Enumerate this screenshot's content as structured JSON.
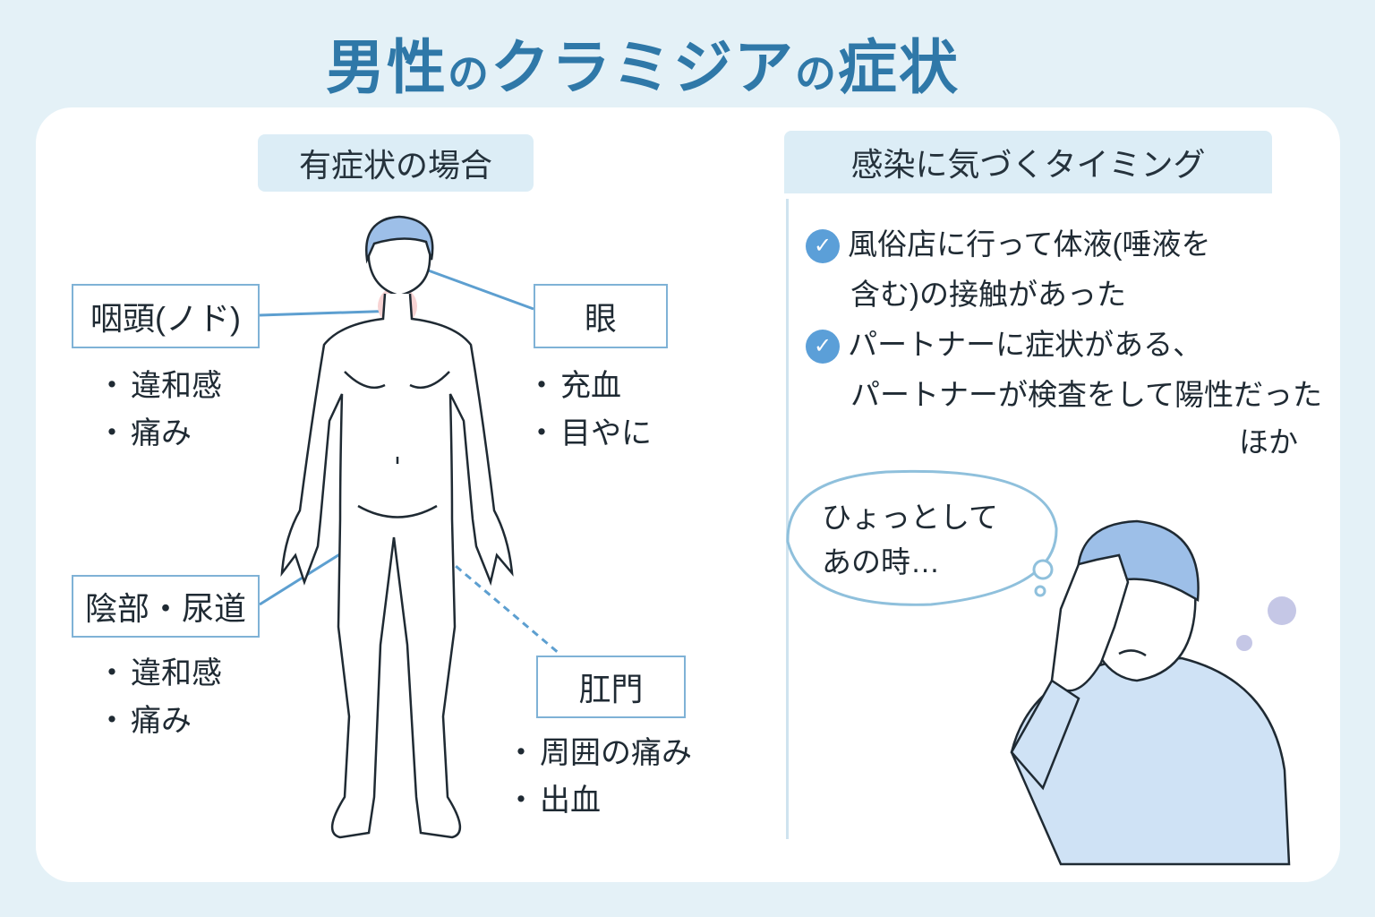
{
  "title": {
    "part1": "男性",
    "no1": "の",
    "part2": "クラミジア",
    "no2": "の",
    "part3": "症状"
  },
  "left": {
    "header": "有症状の場合",
    "sites": [
      {
        "label": "咽頭(ノド)",
        "symptoms": [
          "違和感",
          "痛み"
        ]
      },
      {
        "label": "眼",
        "symptoms": [
          "充血",
          "目やに"
        ]
      },
      {
        "label": "陰部・尿道",
        "symptoms": [
          "違和感",
          "痛み"
        ]
      },
      {
        "label": "肛門",
        "symptoms": [
          "周囲の痛み",
          "出血"
        ]
      }
    ]
  },
  "right": {
    "header": "感染に気づくタイミング",
    "items": [
      {
        "line1": "風俗店に行って体液(唾液を",
        "line2": "含む)の接触があった"
      },
      {
        "line1": "パートナーに症状がある、",
        "line2": "パートナーが検査をして陽性だった"
      }
    ],
    "suffix": "ほか",
    "bubble": {
      "line1": "ひょっとして",
      "line2": "あの時…"
    }
  },
  "colors": {
    "title": "#2f78a8",
    "accent": "#7fb2d6",
    "check": "#5b9fd8",
    "highlight": "#f7c9c9"
  }
}
